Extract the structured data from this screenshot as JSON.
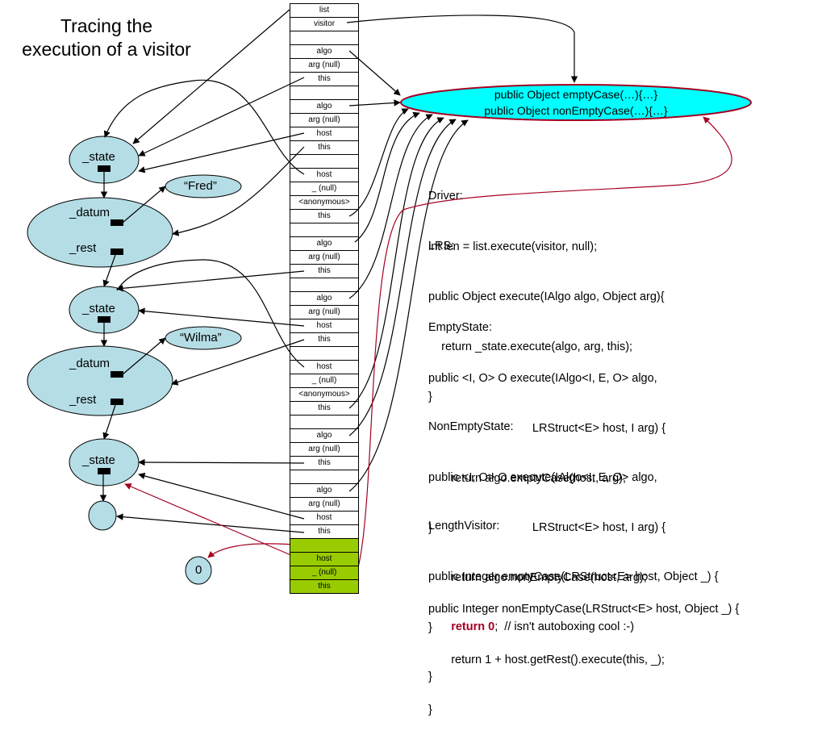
{
  "title": {
    "line1": "Tracing the",
    "line2": "execution of a visitor"
  },
  "stack": [
    {
      "label": "list",
      "green": false
    },
    {
      "label": "visitor",
      "green": false
    },
    {
      "label": "",
      "green": false
    },
    {
      "label": "algo",
      "green": false
    },
    {
      "label": "arg (null)",
      "green": false
    },
    {
      "label": "this",
      "green": false
    },
    {
      "label": "",
      "green": false
    },
    {
      "label": "algo",
      "green": false
    },
    {
      "label": "arg (null)",
      "green": false
    },
    {
      "label": "host",
      "green": false
    },
    {
      "label": "this",
      "green": false
    },
    {
      "label": "",
      "green": false
    },
    {
      "label": "host",
      "green": false
    },
    {
      "label": "_ (null)",
      "green": false
    },
    {
      "label": "<anonymous>",
      "green": false
    },
    {
      "label": "this",
      "green": false
    },
    {
      "label": "",
      "green": false
    },
    {
      "label": "algo",
      "green": false
    },
    {
      "label": "arg (null)",
      "green": false
    },
    {
      "label": "this",
      "green": false
    },
    {
      "label": "",
      "green": false
    },
    {
      "label": "algo",
      "green": false
    },
    {
      "label": "arg (null)",
      "green": false
    },
    {
      "label": "host",
      "green": false
    },
    {
      "label": "this",
      "green": false
    },
    {
      "label": "",
      "green": false
    },
    {
      "label": "host",
      "green": false
    },
    {
      "label": "_ (null)",
      "green": false
    },
    {
      "label": "<anonymous>",
      "green": false
    },
    {
      "label": "this",
      "green": false
    },
    {
      "label": "",
      "green": false
    },
    {
      "label": "algo",
      "green": false
    },
    {
      "label": "arg (null)",
      "green": false
    },
    {
      "label": "this",
      "green": false
    },
    {
      "label": "",
      "green": false
    },
    {
      "label": "algo",
      "green": false
    },
    {
      "label": "arg (null)",
      "green": false
    },
    {
      "label": "host",
      "green": false
    },
    {
      "label": "this",
      "green": false
    },
    {
      "label": "",
      "green": true
    },
    {
      "label": "host",
      "green": true
    },
    {
      "label": "_ (null)",
      "green": true
    },
    {
      "label": "this",
      "green": true
    }
  ],
  "visitor_methods": {
    "line1": "public Object emptyCase(…){…}",
    "line2": "public Object nonEmptyCase(…){…}"
  },
  "nodes": {
    "state1": "_state",
    "datum1": "_datum",
    "rest1": "_rest",
    "fred": "“Fred”",
    "state2": "_state",
    "datum2": "_datum",
    "rest2": "_rest",
    "wilma": "“Wilma”",
    "state3": "_state",
    "zero": "0"
  },
  "code": {
    "driver": [
      "Driver:",
      "int len = list.execute(visitor, null);"
    ],
    "lrs": [
      "LRS:",
      "public Object execute(IAlgo algo, Object arg){",
      "    return _state.execute(algo, arg, this);",
      "}"
    ],
    "empty_state": [
      "EmptyState:",
      "public <I, O> O execute(IAlgo<I, E, O> algo,",
      "                                LRStruct<E> host, I arg) {",
      "       return algo.emptyCase(host, arg);",
      "}"
    ],
    "nonempty_state": [
      "NonEmptyState:",
      "public <I, O> O execute(IAlgo<I, E, O> algo,",
      "                                LRStruct<E> host, I arg) {",
      "       return algo.nonEmptyCase(host, arg);",
      "}"
    ],
    "length_visitor": [
      "LengthVisitor:",
      "public Integer emptyCase(LRStruct<E> host, Object _) {"
    ],
    "return_zero_kw": "return 0",
    "return_zero_rest": ";  // isn't autoboxing cool :-)",
    "lv_close": "}",
    "nonempty_case": [
      "public Integer nonEmptyCase(LRStruct<E> host, Object _) {",
      "       return 1 + host.getRest().execute(this, _);",
      "}"
    ]
  },
  "colors": {
    "oval_fill": "#00ffff",
    "oval_border": "#a50021",
    "node_fill": "#b5dde6",
    "return_arrow": "#a50021",
    "return_cells": "#99cc00"
  }
}
